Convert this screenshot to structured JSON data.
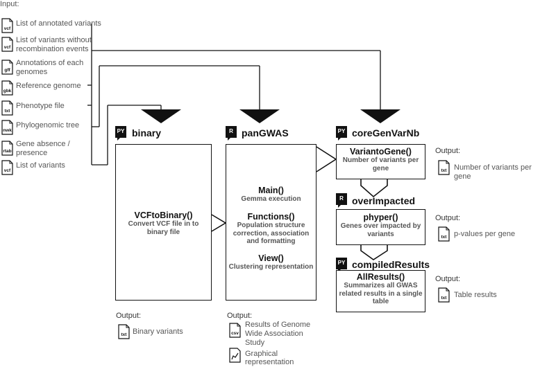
{
  "input_title": "Input:",
  "inputs": [
    {
      "ext": "vcf",
      "label1": "List of annotated variants",
      "label2": ""
    },
    {
      "ext": "vcf",
      "label1": "List of variants without",
      "label2": "recombination events"
    },
    {
      "ext": "gff",
      "label1": "Annotations of each",
      "label2": "genomes"
    },
    {
      "ext": "gbk",
      "label1": "Reference genome",
      "label2": ""
    },
    {
      "ext": "txt",
      "label1": "Phenotype file",
      "label2": ""
    },
    {
      "ext": "nwk",
      "label1": "Phylogenomic tree",
      "label2": ""
    },
    {
      "ext": "rtab",
      "label1": "Gene absence /",
      "label2": "presence"
    },
    {
      "ext": "vcf",
      "label1": "List of variants",
      "label2": ""
    }
  ],
  "binary": {
    "badge": "PY",
    "name": "binary",
    "fn_title": "VCFtoBinary()",
    "fn_desc1": "Convert VCF file in to",
    "fn_desc2": "binary file",
    "output_title": "Output:",
    "out_ext": "txt",
    "out_label": "Binary variants"
  },
  "pangwas": {
    "badge": "R",
    "name": "panGWAS",
    "main_title": "Main()",
    "main_desc": "Gemma execution",
    "functions_title": "Functions()",
    "functions_desc1": "Population structure",
    "functions_desc2": "correction, association",
    "functions_desc3": "and formatting",
    "view_title": "View()",
    "view_desc": "Clustering representation",
    "output_title": "Output:",
    "out1_ext": "csv",
    "out1_label1": "Results of Genome",
    "out1_label2": "Wide Association",
    "out1_label3": "Study",
    "out2_label1": "Graphical",
    "out2_label2": "representation"
  },
  "coregen": {
    "badge": "PY",
    "name": "coreGenVarNb",
    "fn_title": "VariantoGene()",
    "fn_desc1": "Number of variants per",
    "fn_desc2": "gene",
    "output_title": "Output:",
    "out_ext": "txt",
    "out_label": "Number of variants per gene"
  },
  "overimpacted": {
    "badge": "R",
    "name": "overImpacted",
    "fn_title": "phyper()",
    "fn_desc1": "Genes over impacted by",
    "fn_desc2": "variants",
    "output_title": "Output:",
    "out_ext": "txt",
    "out_label": "p-values per gene"
  },
  "compiled": {
    "badge": "PY",
    "name": "compiledResults",
    "fn_title": "AllResults()",
    "fn_desc1": "Summarizes all GWAS",
    "fn_desc2": "related results in a single",
    "fn_desc3": "table",
    "output_title": "Output:",
    "out_ext": "txt",
    "out_label": "Table results"
  }
}
